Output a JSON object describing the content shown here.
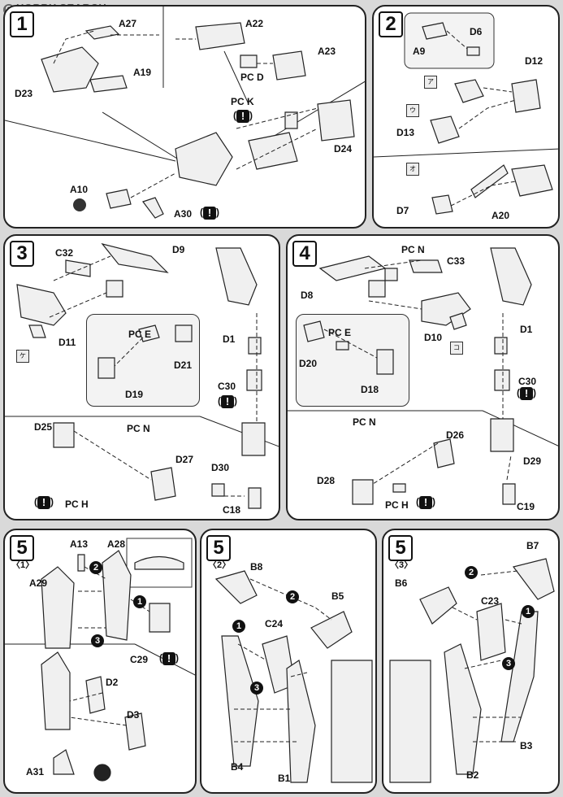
{
  "header": {
    "logo_mark": "G",
    "site": "HOBBY SEARCH"
  },
  "steps": {
    "s1": {
      "number": "1",
      "labels": {
        "a27": "A27",
        "a19": "A19",
        "d23": "D23",
        "a22": "A22",
        "a23": "A23",
        "pcd": "PC D",
        "pck": "PC K",
        "d24": "D24",
        "a10": "A10",
        "a30": "A30"
      }
    },
    "s2": {
      "number": "2",
      "labels": {
        "a9": "A9",
        "d6": "D6",
        "d12": "D12",
        "d13": "D13",
        "d7": "D7",
        "a20": "A20"
      },
      "icons": {
        "a": "ア",
        "u": "ウ",
        "o": "オ"
      }
    },
    "s3": {
      "number": "3",
      "labels": {
        "c32": "C32",
        "d9": "D9",
        "d11": "D11",
        "pce": "PC E",
        "d21": "D21",
        "d19": "D19",
        "d1": "D1",
        "c30": "C30",
        "d25": "D25",
        "pcn": "PC N",
        "d27": "D27",
        "pch": "PC H",
        "d30": "D30",
        "c18": "C18"
      },
      "icons": {
        "ke": "ケ"
      }
    },
    "s4": {
      "number": "4",
      "labels": {
        "pcn": "PC N",
        "c33": "C33",
        "d8": "D8",
        "d10": "D10",
        "pce": "PC E",
        "d20": "D20",
        "d18": "D18",
        "d1": "D1",
        "c30": "C30",
        "pcn2": "PC N",
        "d26": "D26",
        "d28": "D28",
        "pch": "PC H",
        "d29": "D29",
        "c19": "C19"
      },
      "icons": {
        "ko": "コ"
      }
    },
    "s5a": {
      "number": "5",
      "sub": "〈1〉",
      "labels": {
        "a13": "A13",
        "a28": "A28",
        "a29": "A29",
        "c29": "C29",
        "d2": "D2",
        "d3": "D3",
        "a31": "A31"
      }
    },
    "s5b": {
      "number": "5",
      "sub": "〈2〉",
      "labels": {
        "b8": "B8",
        "b5": "B5",
        "c24": "C24",
        "b4": "B4",
        "b1": "B1"
      }
    },
    "s5c": {
      "number": "5",
      "sub": "〈3〉",
      "labels": {
        "b7": "B7",
        "b6": "B6",
        "c23": "C23",
        "b3": "B3",
        "b2": "B2"
      }
    }
  },
  "warning_glyph": "!",
  "sequence": {
    "one": "1",
    "two": "2",
    "three": "3"
  }
}
